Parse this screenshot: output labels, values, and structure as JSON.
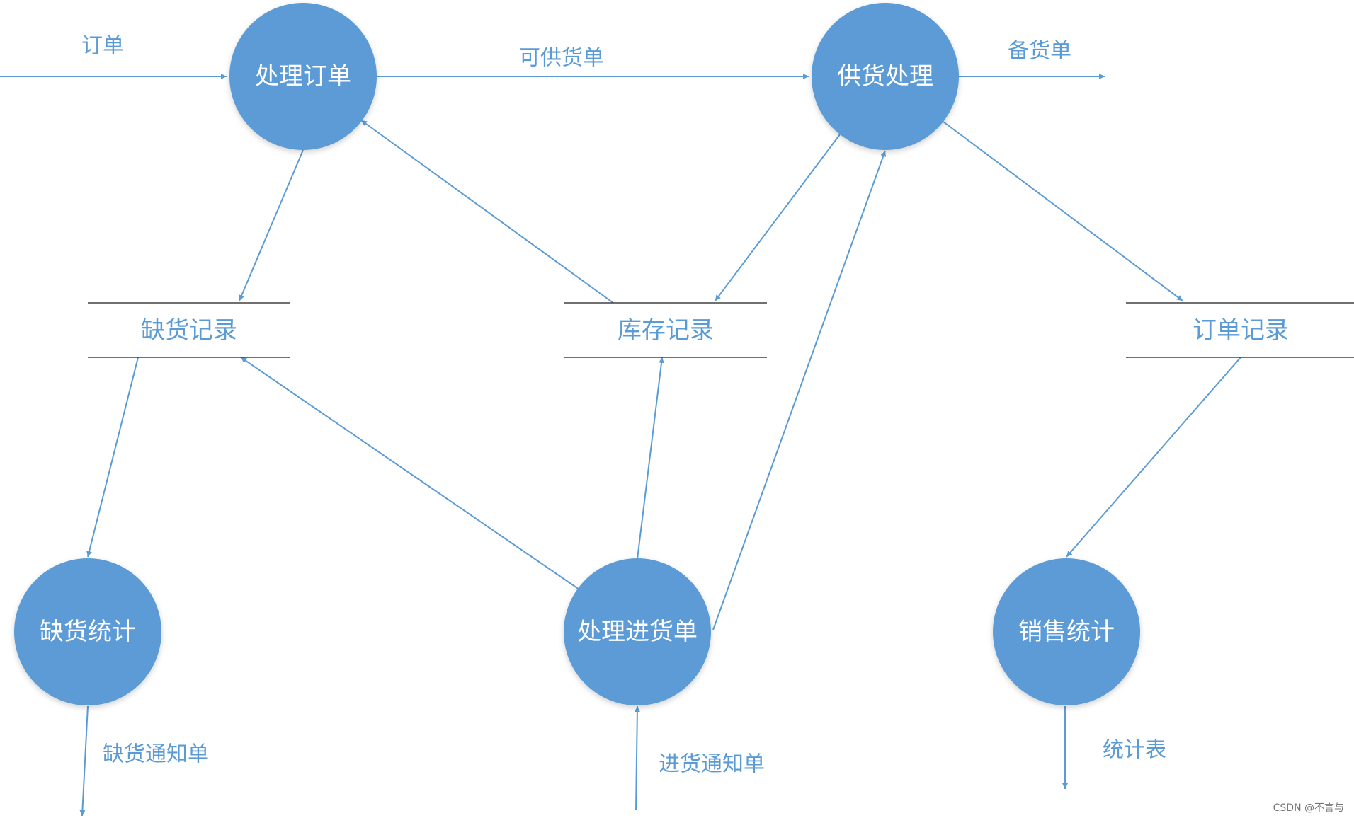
{
  "processes": {
    "handle_order": "处理订单",
    "supply": "供货处理",
    "shortage_stats": "缺货统计",
    "handle_purchase": "处理进货单",
    "sales_stats": "销售统计"
  },
  "stores": {
    "shortage_record": "缺货记录",
    "inventory_record": "库存记录",
    "order_record": "订单记录"
  },
  "flows": {
    "order": "订单",
    "available_supply": "可供货单",
    "stock_prep": "备货单",
    "shortage_notice": "缺货通知单",
    "purchase_notice": "进货通知单",
    "stats_table": "统计表"
  },
  "watermark": "CSDN @不言与",
  "colors": {
    "process_fill": "#5b9bd5",
    "line": "#5b9bd5",
    "store_line": "#404040",
    "text_accent": "#5b9bd5"
  }
}
